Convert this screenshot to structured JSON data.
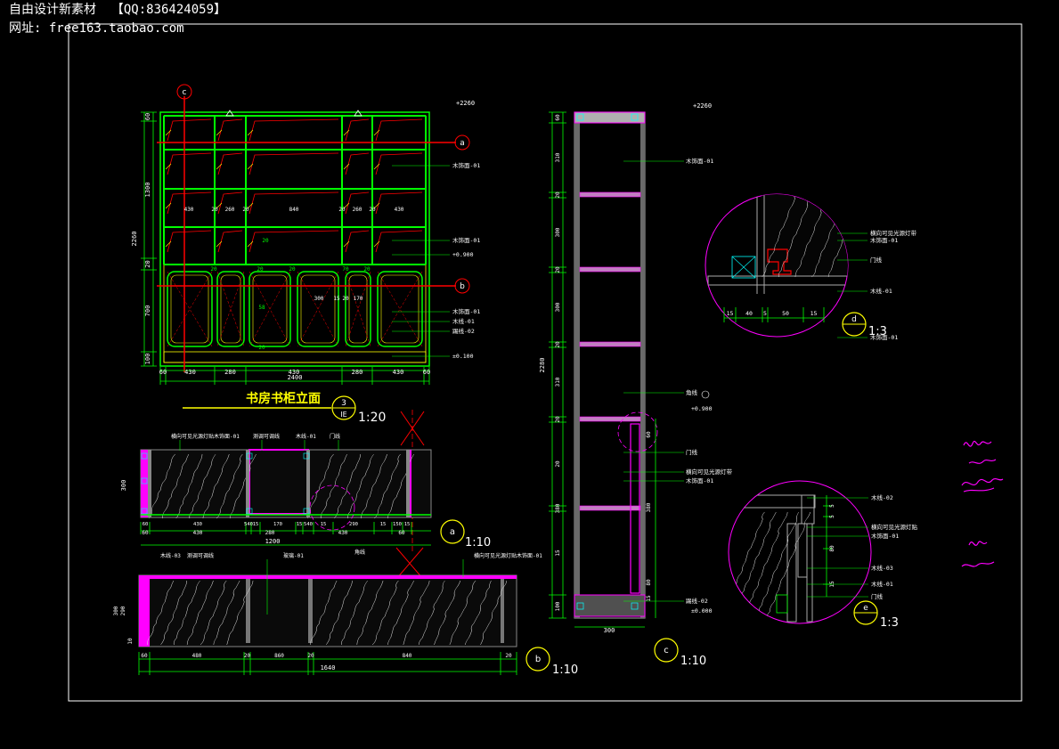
{
  "header": {
    "line1": "自由设计新素材  【QQ:836424059】",
    "line2": "网址: free163.taobao.com"
  },
  "colors": {
    "background": "#000000",
    "frame": "#ffffff",
    "cabinet": "#00ff00",
    "green_dark": "#00b000",
    "hatch": "#ff0000",
    "shelf": "#ff00ff",
    "dimension": "#00ff00",
    "label": "#ffffff",
    "title": "#ffff00",
    "axis": "#ff0000"
  },
  "elevation": {
    "title": "书房书柜立面",
    "scale": "1:20",
    "badge_top": "3",
    "badge_bottom": "IE",
    "top_mark": "+2260",
    "mid_mark": "+0.900",
    "floor_mark": "±0.100",
    "total_width": "2400",
    "dims_bottom": [
      "60",
      "430",
      "280",
      "430",
      "280",
      "430",
      "60"
    ],
    "dims_left": [
      "60",
      "1300",
      "20",
      "700",
      "100"
    ],
    "dims_left_total": "2260",
    "inner_dims": [
      "430",
      "20",
      "260",
      "20",
      "840",
      "20",
      "260",
      "20",
      "430"
    ],
    "door_dims": [
      "300",
      "15",
      "20",
      "170"
    ],
    "labels_right": [
      "木饰面-01",
      "木饰面-01",
      "+0.900",
      "木饰面-01",
      "木线-01",
      "踢线-02",
      "±0.100"
    ],
    "axis_c": "c",
    "axis_a": "a",
    "axis_b": "b",
    "small_dims": [
      "20",
      "20",
      "20",
      "70",
      "20",
      "20",
      "58",
      "20"
    ]
  },
  "plan_top": {
    "labels": [
      "横向可见光源灯贴木饰面-01",
      "测调可调线",
      "木线-01",
      "门线"
    ],
    "dims_bottom": [
      "60",
      "430",
      "540",
      "15",
      "170",
      "15",
      "540",
      "15",
      "290",
      "15",
      "150",
      "15"
    ],
    "dims_bottom2": [
      "60",
      "430",
      "280",
      "430",
      "60"
    ],
    "total": "1200",
    "left_dim": "300",
    "callout": "a",
    "callout_scale": "1:10"
  },
  "plan_bottom": {
    "labels": [
      "木线-03",
      "测调可调线",
      "玻璃-01",
      "角线",
      "横向可见光源灯贴木饰面-01"
    ],
    "dims_bottom": [
      "60",
      "480",
      "20",
      "860",
      "20",
      "840",
      "20"
    ],
    "total": "1640",
    "left_dims": [
      "300",
      "290",
      "10"
    ],
    "callout": "b",
    "callout_scale": "1:10"
  },
  "section": {
    "top_mark": "+2260",
    "mid_mark": "+0.900",
    "floor_mark": "±0.000",
    "labels": [
      "木饰面-01",
      "角线",
      "门线",
      "横向可见光源灯带",
      "木饰面-01",
      "踢线-02"
    ],
    "left_dims": [
      "60",
      "310",
      "20",
      "300",
      "20",
      "300",
      "20",
      "310",
      "20",
      "20",
      "380",
      "15",
      "100"
    ],
    "total": "2280",
    "right_dims": [
      "60",
      "380",
      "80",
      "15"
    ],
    "bottom_dim": "300",
    "callout": "c",
    "callout_scale": "1:10"
  },
  "detail_d": {
    "labels": [
      "横向可见光源灯带",
      "木饰面-01",
      "门线",
      "木线-01",
      "木饰面-01"
    ],
    "dims": [
      "15",
      "40",
      "5",
      "50",
      "15"
    ],
    "callout": "d",
    "scale": "1:3"
  },
  "detail_e": {
    "labels": [
      "木线-02",
      "横向可见光源灯贴",
      "木饰面-01",
      "木线-03",
      "木线-01",
      "门线"
    ],
    "dims": [
      "5",
      "5",
      "80",
      "15"
    ],
    "callout": "e",
    "scale": "1:3"
  }
}
